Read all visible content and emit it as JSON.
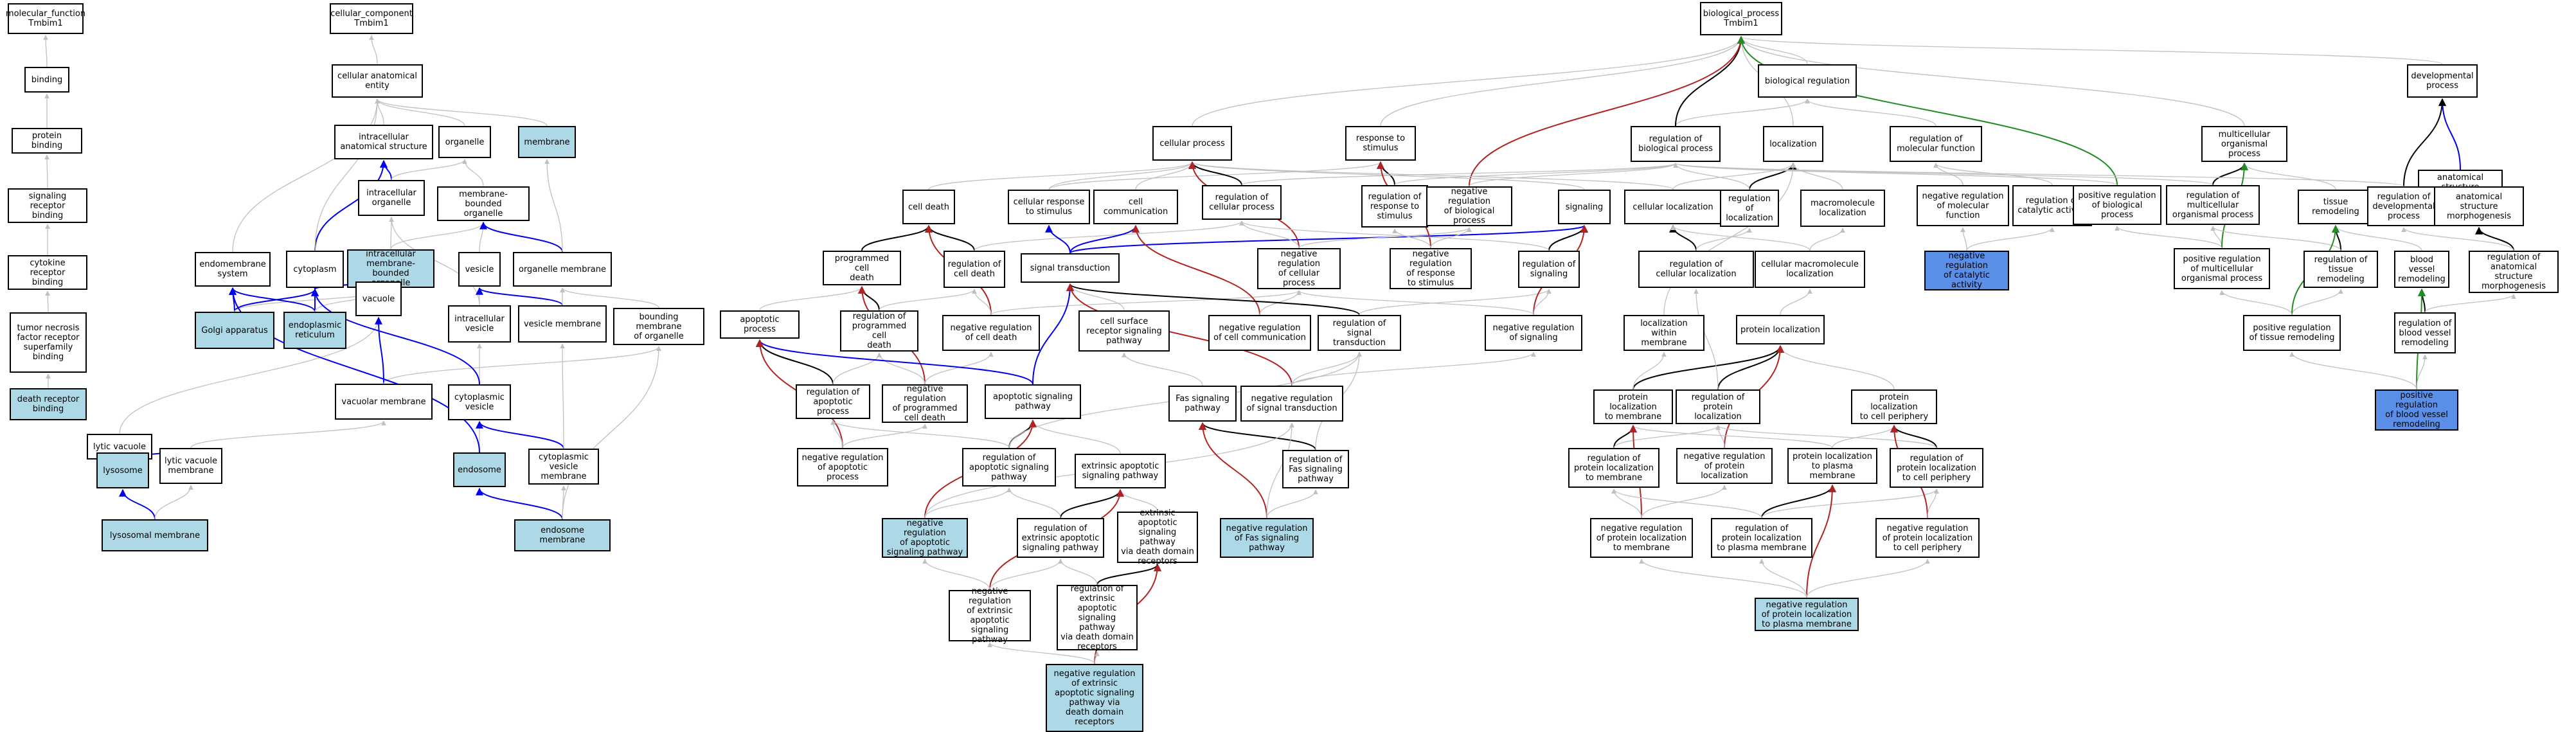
{
  "colors": {
    "is_a": "#c0c0c0",
    "part_of": "#0000ee",
    "regulates": "#000000",
    "neg_reg": "#b22222",
    "pos_reg": "#228b22",
    "highlight": "#add8e6",
    "key": "#5b8ee6"
  },
  "nodes": {
    "mf_root": "molecular_function\nTmbim1",
    "binding": "binding",
    "protein_binding": "protein binding",
    "sig_rec_binding": "signaling receptor\nbinding",
    "cytokine_rec_binding": "cytokine receptor\nbinding",
    "tnf_binding": "tumor necrosis\nfactor receptor\nsuperfamily\nbinding",
    "death_rec_binding": "death receptor\nbinding",
    "cc_root": "cellular_component\nTmbim1",
    "cae": "cellular anatomical\nentity",
    "intracell_struct": "intracellular\nanatomical structure",
    "organelle": "organelle",
    "membrane": "membrane",
    "intracell_org": "intracellular\norganelle",
    "mem_bound_org": "membrane-bounded\norganelle",
    "endomembrane": "endomembrane\nsystem",
    "cytoplasm": "cytoplasm",
    "intra_mem_org": "intracellular\nmembrane-bounded\norganelle",
    "golgi": "Golgi apparatus",
    "er": "endoplasmic\nreticulum",
    "vesicle": "vesicle",
    "org_membrane": "organelle membrane",
    "vacuole": "vacuole",
    "intracell_vesicle": "intracellular\nvesicle",
    "vesicle_membrane": "vesicle membrane",
    "bounding_membrane": "bounding membrane\nof organelle",
    "lytic_vacuole": "lytic vacuole",
    "vacuolar_membrane": "vacuolar membrane",
    "cyto_vesicle": "cytoplasmic\nvesicle",
    "lysosome": "lysosome",
    "lytic_vac_mem": "lytic vacuole\nmembrane",
    "endosome": "endosome",
    "cyto_ves_mem": "cytoplasmic\nvesicle membrane",
    "lysosomal_mem": "lysosomal membrane",
    "endosome_mem": "endosome membrane",
    "bp_root": "biological_process\nTmbim1",
    "bio_reg": "biological regulation",
    "dev_process": "developmental\nprocess",
    "cellular_process": "cellular process",
    "resp_stim": "response to\nstimulus",
    "reg_bio": "regulation of\nbiological process",
    "localization": "localization",
    "reg_mol_func": "regulation of\nmolecular function",
    "multicell_proc": "multicellular\norganismal process",
    "anat_dev": "anatomical structure\ndevelopment",
    "cell_death": "cell death",
    "cell_resp_stim": "cellular response\nto stimulus",
    "cell_comm": "cell communication",
    "reg_cell_proc": "regulation of\ncellular process",
    "reg_resp_stim": "regulation of\nresponse to\nstimulus",
    "neg_reg_bio": "negative regulation\nof biological\nprocess",
    "signaling": "signaling",
    "cell_loc": "cellular localization",
    "reg_loc": "regulation of\nlocalization",
    "macro_loc": "macromolecule\nlocalization",
    "neg_reg_mol_func": "negative regulation\nof molecular\nfunction",
    "reg_cat": "regulation of\ncatalytic activity",
    "pos_reg_bio": "positive regulation\nof biological\nprocess",
    "reg_multi": "regulation of\nmulticellular\norganismal process",
    "tissue_remod": "tissue remodeling",
    "reg_dev": "regulation of\ndevelopmental\nprocess",
    "anat_morph": "anatomical structure\nmorphogenesis",
    "prog_cell_death": "programmed cell\ndeath",
    "reg_cell_death": "regulation of\ncell death",
    "signal_trans": "signal transduction",
    "neg_reg_cell_proc": "negative regulation\nof cellular\nprocess",
    "neg_reg_resp": "negative regulation\nof response\nto stimulus",
    "reg_signaling": "regulation of\nsignaling",
    "reg_cell_loc": "regulation of\ncellular localization",
    "cell_macro_loc": "cellular macromolecule\nlocalization",
    "neg_reg_cat": "negative regulation\nof catalytic\nactivity",
    "pos_reg_multi": "positive regulation\nof multicellular\norganismal process",
    "reg_tissue_remod": "regulation of\ntissue remodeling",
    "bv_remod": "blood vessel\nremodeling",
    "reg_anat_morph": "regulation of\nanatomical structure\nmorphogenesis",
    "apoptotic": "apoptotic process",
    "reg_pcd": "regulation of\nprogrammed cell\ndeath",
    "neg_reg_cell_death": "negative regulation\nof cell death",
    "cell_surf_rec": "cell surface\nreceptor signaling\npathway",
    "neg_reg_cell_comm": "negative regulation\nof cell communication",
    "reg_sig_trans": "regulation of\nsignal transduction",
    "neg_reg_signaling": "negative regulation\nof signaling",
    "loc_within_mem": "localization\nwithin membrane",
    "protein_loc": "protein localization",
    "pos_reg_tissue_remod": "positive regulation\nof tissue remodeling",
    "reg_bv_remod": "regulation of\nblood vessel\nremodeling",
    "reg_apoptotic": "regulation of\napoptotic process",
    "neg_reg_pcd": "negative regulation\nof programmed\ncell death",
    "apop_sig": "apoptotic signaling\npathway",
    "fas_sig": "Fas signaling\npathway",
    "neg_reg_sig_trans": "negative regulation\nof signal transduction",
    "prot_loc_mem": "protein localization\nto membrane",
    "reg_prot_loc": "regulation of\nprotein localization",
    "prot_loc_cell_periph": "protein localization\nto cell periphery",
    "pos_reg_bv_remod": "positive regulation\nof blood vessel\nremodeling",
    "neg_reg_apoptotic": "negative regulation\nof apoptotic\nprocess",
    "reg_apop_sig": "regulation of\napoptotic signaling\npathway",
    "ext_apop": "extrinsic apoptotic\nsignaling pathway",
    "reg_fas": "regulation of\nFas signaling\npathway",
    "reg_prot_loc_mem": "regulation of\nprotein localization\nto membrane",
    "neg_reg_prot_loc": "negative regulation\nof protein localization",
    "prot_loc_pm": "protein localization\nto plasma membrane",
    "reg_prot_loc_cp": "regulation of\nprotein localization\nto cell periphery",
    "neg_reg_apop_sig": "negative regulation\nof apoptotic\nsignaling pathway",
    "reg_ext_apop": "regulation of\nextrinsic apoptotic\nsignaling pathway",
    "ext_apop_dd": "extrinsic apoptotic\nsignaling pathway\nvia death domain\nreceptors",
    "neg_reg_fas": "negative regulation\nof Fas signaling\npathway",
    "neg_reg_prot_loc_mem": "negative regulation\nof protein localization\nto membrane",
    "reg_prot_loc_pm": "regulation of\nprotein localization\nto plasma membrane",
    "neg_reg_prot_loc_cp": "negative regulation\nof protein localization\nto cell periphery",
    "neg_reg_ext_apop": "negative regulation\nof extrinsic\napoptotic signaling\npathway",
    "reg_ext_apop_dd": "regulation of\nextrinsic apoptotic\nsignaling pathway\nvia death domain\nreceptors",
    "neg_reg_prot_loc_pm": "negative regulation\nof protein localization\nto plasma membrane",
    "neg_reg_ext_apop_dd": "negative regulation\nof extrinsic\napoptotic signaling\npathway via\ndeath domain\nreceptors"
  }
}
